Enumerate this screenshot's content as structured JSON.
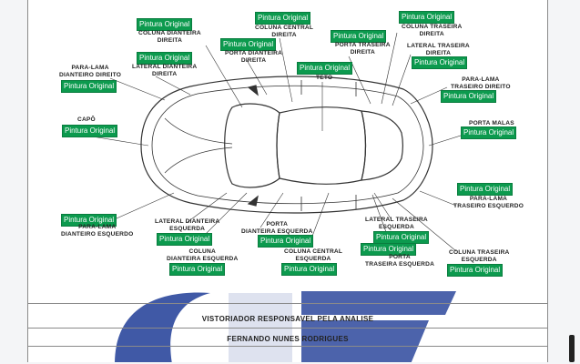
{
  "badge_text": "Pintura Original",
  "colors": {
    "badge_bg": "#0c9a4e",
    "watermark": "#1f3c96"
  },
  "parts": {
    "capo": [
      "CAPÔ"
    ],
    "paralama_de": [
      "PARA-LAMA",
      "DIANTEIRO DIREITO"
    ],
    "lateral_dd": [
      "LATERAL DIANTEIRA",
      "DIREITA"
    ],
    "coluna_dd": [
      "COLUNA DIANTEIRA",
      "DIREITA"
    ],
    "porta_dd": [
      "PORTA DIANTEIRA",
      "DIREITA"
    ],
    "coluna_cd": [
      "COLUNA CENTRAL",
      "DIREITA"
    ],
    "teto": [
      "TETO"
    ],
    "porta_td": [
      "PORTA TRASEIRA",
      "DIREITA"
    ],
    "coluna_td": [
      "COLUNA TRASEIRA",
      "DIREITA"
    ],
    "lateral_td": [
      "LATERAL TRASEIRA",
      "DIREITA"
    ],
    "paralama_td": [
      "PARA-LAMA",
      "TRASEIRO DIREITO"
    ],
    "porta_malas": [
      "PORTA MALAS"
    ],
    "paralama_te": [
      "PARA-LAMA",
      "TRASEIRO ESQUERDO"
    ],
    "coluna_te": [
      "COLUNA TRASEIRA",
      "ESQUERDA"
    ],
    "porta_te": [
      "PORTA",
      "TRASEIRA ESQUERDA"
    ],
    "lateral_te": [
      "LATERAL TRASEIRA",
      "ESQUERDA"
    ],
    "coluna_ce": [
      "COLUNA CENTRAL",
      "ESQUERDA"
    ],
    "porta_de": [
      "PORTA",
      "DIANTEIRA ESQUERDA"
    ],
    "coluna_de": [
      "COLUNA",
      "DIANTEIRA ESQUERDA"
    ],
    "lateral_de": [
      "LATERAL DIANTEIRA",
      "ESQUERDA"
    ],
    "paralama_ee": [
      "PARA-LAMA",
      "DIANTEIRO ESQUERDO"
    ]
  },
  "footer": {
    "title": "VISTORIADOR RESPONSAVEL PELA ANALISE",
    "name": "FERNANDO NUNES RODRIGUES"
  }
}
